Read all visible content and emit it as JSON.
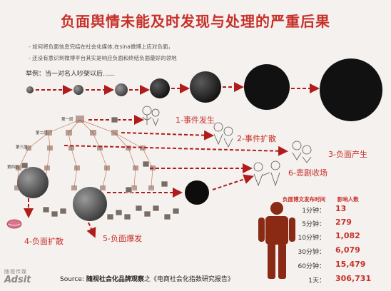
{
  "title": "负面舆情未能及时发现与处理的严重后果",
  "bullets": [
    "- 如何将负面信息完结在社会化媒体,在sina微博上应对负面，",
    "- 还没有意识到微博平台其实是响应负面和终结负面最好的领地"
  ],
  "example": "举例：当一对名人吵架以后......",
  "steps": {
    "s1": "1-事件发生",
    "s2": "2-事件扩散",
    "s3": "3-负面产生",
    "s4": "4-负面扩散",
    "s5": "5-负面爆发",
    "s6": "6-悲剧收场"
  },
  "layers": [
    "第一层",
    "第二层",
    "第三层",
    "第四层"
  ],
  "stats": {
    "header_time": "负面博文发布时间",
    "header_count": "影响人数",
    "rows": [
      {
        "time": "1分钟：",
        "count": "13"
      },
      {
        "time": "5分钟：",
        "count": "279"
      },
      {
        "time": "10分钟：",
        "count": "1,082"
      },
      {
        "time": "30分钟：",
        "count": "6,079"
      },
      {
        "time": "60分钟：",
        "count": "15,479"
      },
      {
        "time": "1天：",
        "count": "306,731"
      }
    ]
  },
  "source": {
    "prefix": "Source: ",
    "org": "随视社会化品牌观察",
    "suffix": "之《电商社会化指数研究报告》"
  },
  "logo": {
    "cn": "随视传媒",
    "en": "Adsit"
  },
  "colors": {
    "title_red": "#c8302a",
    "arrow_red": "#b01c1c",
    "figure": "#8a2a14",
    "background": "#f4f1ee"
  }
}
